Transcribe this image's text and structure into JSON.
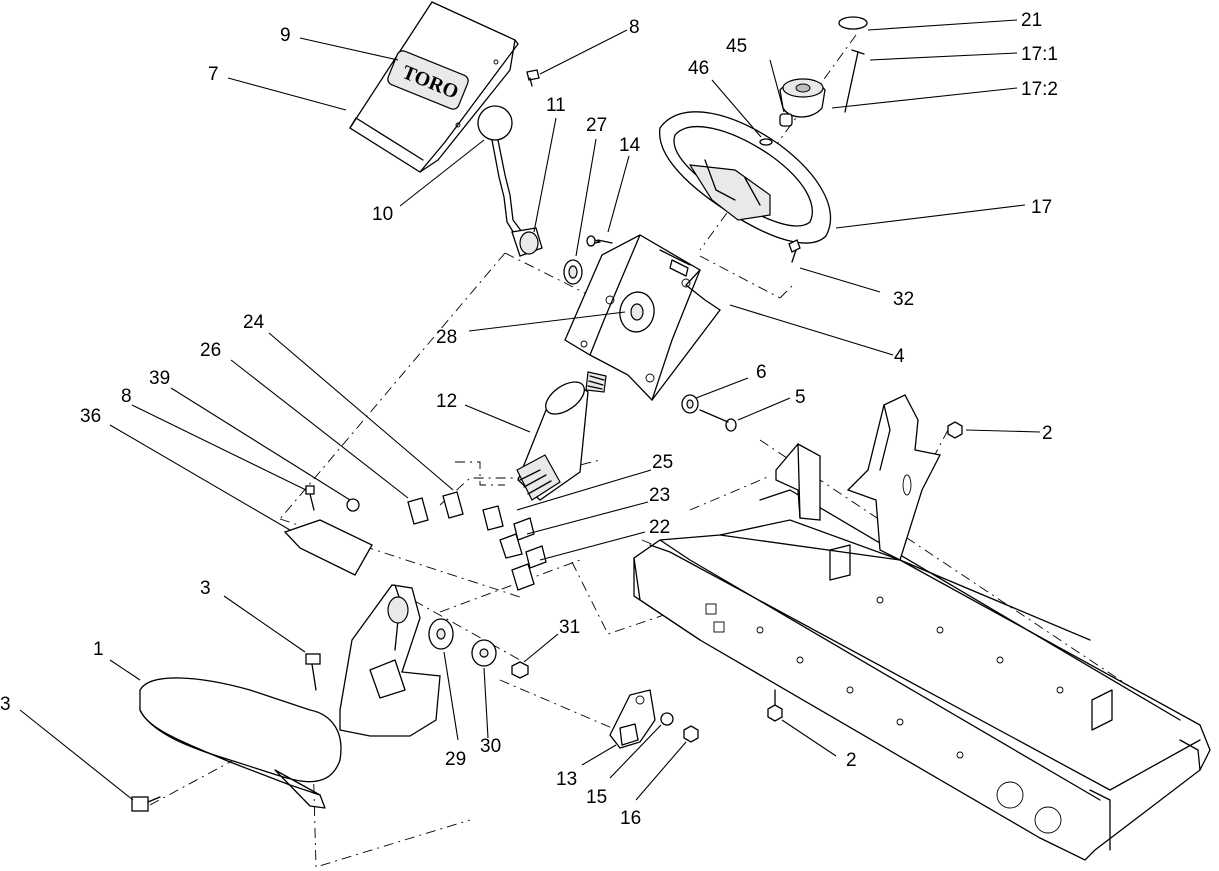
{
  "labels": {
    "l1": "1",
    "l2a": "2",
    "l2b": "2",
    "l3a": "3",
    "l3b": "3",
    "l4": "4",
    "l5": "5",
    "l6": "6",
    "l7": "7",
    "l8a": "8",
    "l8b": "8",
    "l9": "9",
    "l10": "10",
    "l11": "11",
    "l12": "12",
    "l13": "13",
    "l14": "14",
    "l15": "15",
    "l16": "16",
    "l17": "17",
    "l17_1": "17:1",
    "l17_2": "17:2",
    "l21": "21",
    "l22": "22",
    "l23": "23",
    "l24": "24",
    "l25": "25",
    "l26": "26",
    "l27": "27",
    "l28": "28",
    "l29": "29",
    "l30": "30",
    "l31": "31",
    "l32": "32",
    "l36": "36",
    "l39": "39",
    "l45": "45",
    "l46": "46"
  },
  "cover_logo": "TORO"
}
